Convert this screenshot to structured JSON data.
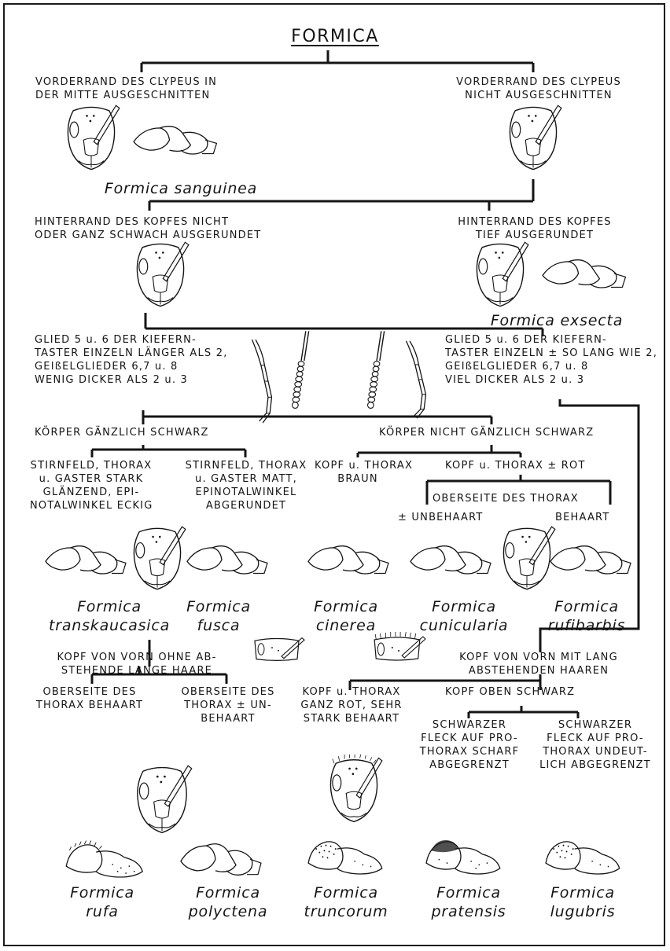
{
  "title": "FORMICA",
  "nodes": {
    "n1_left": "VORDERRAND DES CLYPEUS IN\nDER MITTE AUSGESCHNITTEN",
    "n1_right": "VORDERRAND DES CLYPEUS\nNICHT AUSGESCHNITTEN",
    "n2_left": "HINTERRAND DES KOPFES NICHT\nODER GANZ SCHWACH AUSGERUNDET",
    "n2_right": "HINTERRAND DES KOPFES\nTIEF AUSGERUNDET",
    "n3_left": "GLIED 5 u. 6 DER KIEFERN-\nTASTER EINZELN LÄNGER ALS 2,\nGEIßELGLIEDER 6,7 u. 8\nWENIG DICKER ALS 2 u. 3",
    "n3_right": "GLIED 5 u. 6 DER KIEFERN-\nTASTER EINZELN ± SO LANG WIE 2,\nGEIßELGLIEDER 6,7 u. 8\nVIEL DICKER ALS 2 u. 3",
    "n4_left": "KÖRPER GÄNZLICH SCHWARZ",
    "n4_right": "KÖRPER NICHT GÄNZLICH SCHWARZ",
    "n5_a": "STIRNFELD, THORAX\nu. GASTER STARK\nGLÄNZEND, EPI-\nNOTALWINKEL ECKIG",
    "n5_b": "STIRNFELD, THORAX\nu. GASTER MATT,\nEPINOTALWINKEL\nABGERUNDET",
    "n5_c": "KOPF u. THORAX\nBRAUN",
    "n5_d": "KOPF u. THORAX ± ROT",
    "n6_box": "OBERSEITE DES THORAX",
    "n6_left": "± UNBEHAART",
    "n6_right": "BEHAART",
    "n7_left": "KOPF VON VORN OHNE AB-\nSTEHENDE LANGE HAARE",
    "n7_right": "KOPF VON VORN MIT LANG\nABSTEHENDEN HAAREN",
    "n8_a": "OBERSEITE DES\nTHORAX BEHAART",
    "n8_b": "OBERSEITE DES\nTHORAX ± UN-\nBEHAART",
    "n8_c": "KOPF u. THORAX\nGANZ ROT, SEHR\nSTARK BEHAART",
    "n8_d": "KOPF OBEN SCHWARZ",
    "n9_a": "SCHWARZER\nFLECK AUF PRO-\nTHORAX SCHARF\nABGEGRENZT",
    "n9_b": "SCHWARZER\nFLECK AUF PRO-\nTHORAX UNDEUT-\nLICH ABGEGRENZT"
  },
  "species": {
    "sanguinea": "Formica sanguinea",
    "exsecta": "Formica exsecta",
    "transkaucasica": "Formica\ntranskaucasica",
    "fusca": "Formica\nfusca",
    "cinerea": "Formica\ncinerea",
    "cunicularia": "Formica\ncunicularia",
    "rufibarbis": "Formica\nrufibarbis",
    "rufa": "Formica\nrufa",
    "polyctena": "Formica\npolyctena",
    "truncorum": "Formica\ntruncorum",
    "pratensis": "Formica\npratensis",
    "lugubris": "Formica\nlugubris"
  },
  "illustrations": [
    "ant-head-icon",
    "ant-body-icon",
    "palp-icon",
    "antenna-icon",
    "hairy-head-profile-icon"
  ],
  "colors": {
    "ink": "#151515",
    "background": "#ffffff"
  }
}
